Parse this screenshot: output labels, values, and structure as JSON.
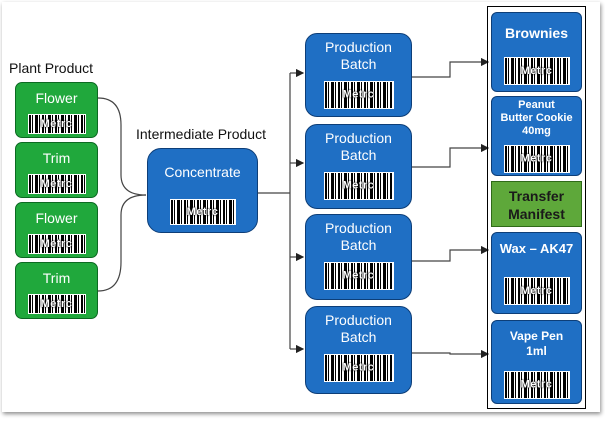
{
  "labels": {
    "plant_product": "Plant Product",
    "intermediate_product": "Intermediate Product"
  },
  "barcode_text": "Metrc",
  "plant_items": [
    {
      "label": "Flower"
    },
    {
      "label": "Trim"
    },
    {
      "label": "Flower"
    },
    {
      "label": "Trim"
    }
  ],
  "concentrate": {
    "label": "Concentrate"
  },
  "batches": [
    {
      "line1": "Production",
      "line2": "Batch"
    },
    {
      "line1": "Production",
      "line2": "Batch"
    },
    {
      "line1": "Production",
      "line2": "Batch"
    },
    {
      "line1": "Production",
      "line2": "Batch"
    }
  ],
  "products": [
    {
      "line1": "Brownies",
      "line2": "",
      "line3": ""
    },
    {
      "line1": "Peanut",
      "line2": "Butter Cookie",
      "line3": "40mg"
    },
    {
      "line1": "Wax – AK47",
      "line2": "",
      "line3": ""
    },
    {
      "line1": "Vape Pen",
      "line2": "1ml",
      "line3": ""
    }
  ],
  "manifest": {
    "line1": "Transfer",
    "line2": "Manifest"
  },
  "colors": {
    "plant_green": "#20a83c",
    "process_blue": "#1f6fc4",
    "manifest_green": "#5ea83a"
  }
}
